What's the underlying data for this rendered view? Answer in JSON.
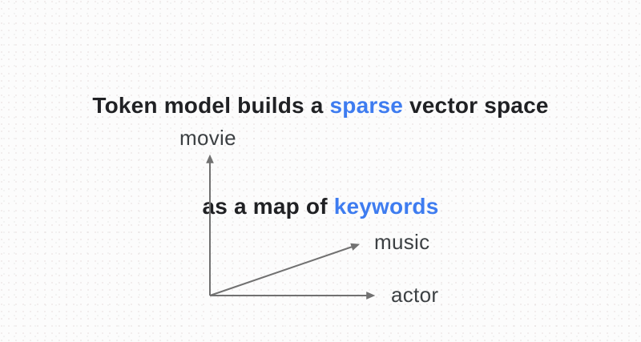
{
  "title": {
    "line1": {
      "pre": "Token model builds a ",
      "highlight": "sparse",
      "post": " vector space"
    },
    "line2": {
      "pre": "as a map of ",
      "highlight": "keywords"
    }
  },
  "diagram": {
    "description": "2D sparse vector space sketch with origin at lower left",
    "axes": [
      {
        "label": "movie",
        "direction": "up"
      },
      {
        "label": "music",
        "direction": "diagonal-up-right"
      },
      {
        "label": "actor",
        "direction": "right"
      }
    ]
  },
  "colors": {
    "background": "#fcfcfc",
    "title_text": "#202124",
    "highlight": "#3e7cf0",
    "axis": "#717171",
    "axis_label": "#3c4043"
  }
}
